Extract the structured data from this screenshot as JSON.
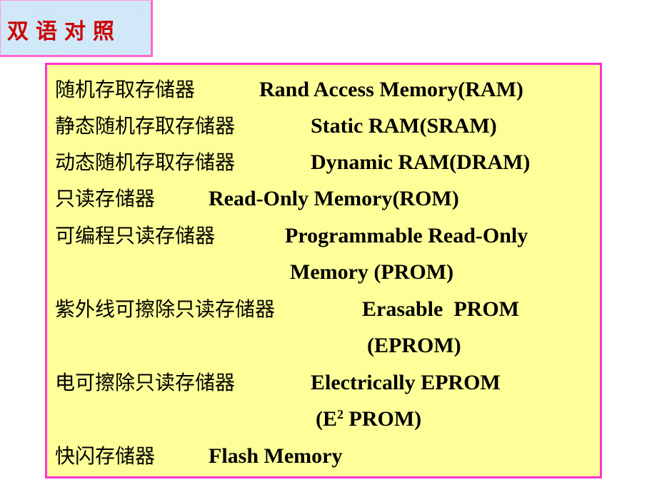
{
  "title": "双语对照",
  "colors": {
    "title_text": "#cc0000",
    "title_bg": "#cce6f7",
    "box_bg": "#ffff99",
    "box_border": "#ff33cc"
  },
  "terms": [
    {
      "zh": "随机存取存储器",
      "en": "Rand Access Memory(RAM)"
    },
    {
      "zh": "静态随机存取存储器",
      "en": "Static RAM(SRAM)"
    },
    {
      "zh": "动态随机存取存储器",
      "en": "Dynamic RAM(DRAM)"
    },
    {
      "zh": "只读存储器",
      "en": "Read-Only Memory(ROM)"
    },
    {
      "zh": "可编程只读存储器",
      "en": "Programmable Read-Only",
      "en_cont": "Memory (PROM)"
    },
    {
      "zh": "紫外线可擦除只读存储器",
      "en": "Erasable  PROM",
      "en_cont": "(EPROM)"
    },
    {
      "zh": "电可擦除只读存储器",
      "en": "Electrically EPROM",
      "en_cont_pre": "(E",
      "en_cont_sup": "2",
      "en_cont_post": " PROM)"
    },
    {
      "zh": "快闪存储器",
      "en": "Flash Memory"
    }
  ]
}
